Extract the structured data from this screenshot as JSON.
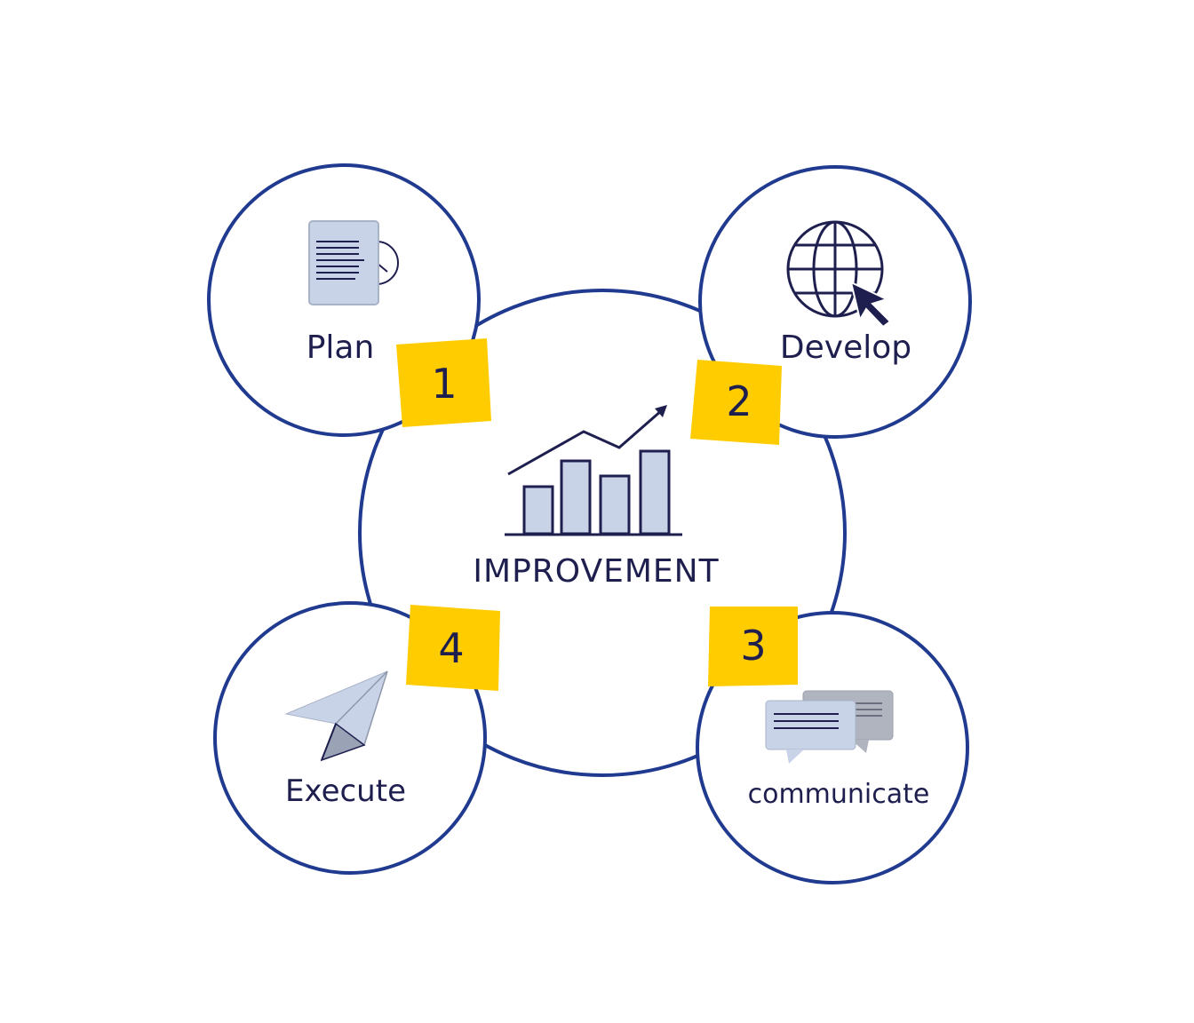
{
  "center": {
    "label": "IMPROVEMENT"
  },
  "steps": [
    {
      "number": "1",
      "label": "Plan"
    },
    {
      "number": "2",
      "label": "Develop"
    },
    {
      "number": "3",
      "label": "communicate"
    },
    {
      "number": "4",
      "label": "Execute"
    }
  ],
  "icons": {
    "center": "bar-chart-growth-icon",
    "plan": "document-clock-icon",
    "develop": "globe-cursor-icon",
    "communicate": "chat-bubbles-icon",
    "execute": "paper-plane-icon"
  },
  "colors": {
    "outline": "#1f3a8f",
    "ink": "#1f1f4f",
    "sticky_note": "#ffcc00",
    "icon_fill": "#c9d3e8",
    "icon_fill_dark": "#a9adb8",
    "background": "#ffffff"
  }
}
